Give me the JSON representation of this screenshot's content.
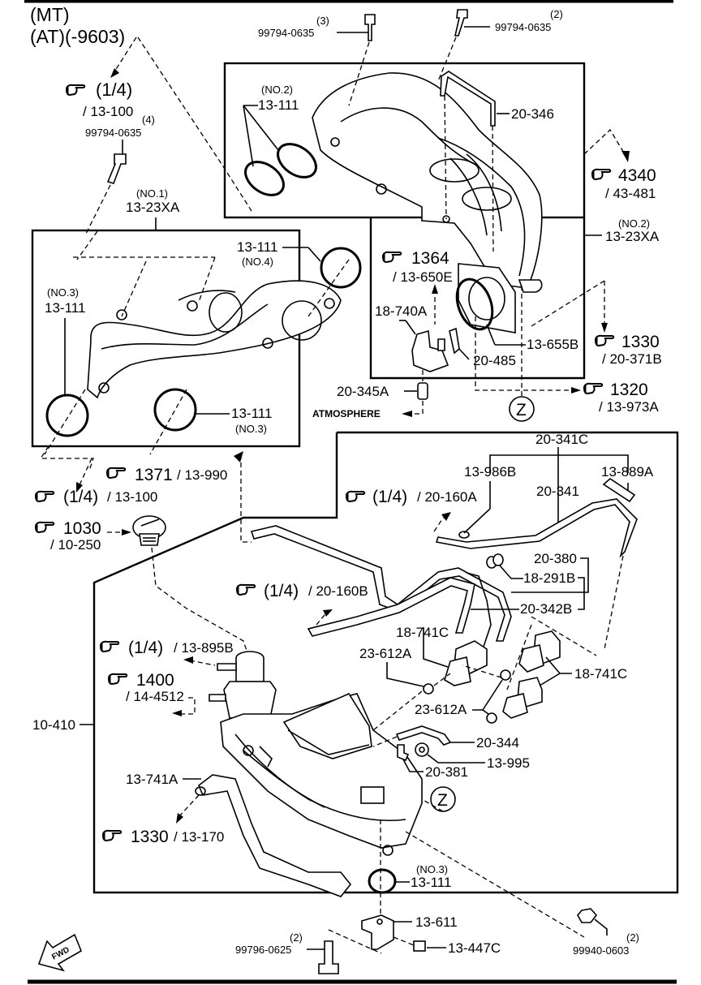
{
  "header": {
    "variant_line1": "(MT)",
    "variant_line2": "(AT)(-9603)"
  },
  "icons": {
    "reference": "pointing-hand-icon",
    "direction": "fwd-arrow-icon",
    "fwd_text": "FWD"
  },
  "references": [
    {
      "id": "ref-1-4-13-100-top",
      "page": "(1/4)",
      "part": "/ 13-100"
    },
    {
      "id": "ref-4340",
      "page": "4340",
      "part": "/ 43-481"
    },
    {
      "id": "ref-1364",
      "page": "1364",
      "part": "/ 13-650E"
    },
    {
      "id": "ref-1330-top",
      "page": "1330",
      "part": "/ 20-371B"
    },
    {
      "id": "ref-1320",
      "page": "1320",
      "part": "/ 13-973A"
    },
    {
      "id": "ref-1371",
      "page": "1371",
      "part": "/ 13-990"
    },
    {
      "id": "ref-1-4-13-100-mid",
      "page": "(1/4)",
      "part": "/ 13-100"
    },
    {
      "id": "ref-1030",
      "page": "1030",
      "part": "/ 10-250"
    },
    {
      "id": "ref-1-4-20-160A",
      "page": "(1/4)",
      "part": "/ 20-160A"
    },
    {
      "id": "ref-1-4-20-160B",
      "page": "(1/4)",
      "part": "/ 20-160B"
    },
    {
      "id": "ref-1-4-13-895B",
      "page": "(1/4)",
      "part": "/ 13-895B"
    },
    {
      "id": "ref-1400",
      "page": "1400",
      "part": "/ 14-4512"
    },
    {
      "id": "ref-1330-bottom",
      "page": "1330",
      "part": "/ 13-170"
    }
  ],
  "parts": {
    "bolt_99794_0635_a": {
      "number": "99794-0635",
      "qty": "(3)"
    },
    "bolt_99794_0635_b": {
      "number": "99794-0635",
      "qty": "(2)"
    },
    "bolt_99794_0635_c": {
      "number": "99794-0635",
      "qty": "(4)"
    },
    "gasket_13_111_no2": {
      "number": "13-111",
      "note": "(NO.2)"
    },
    "hose_20_346": {
      "number": "20-346"
    },
    "manifold_13_23XA_no1": {
      "number": "13-23XA",
      "note": "(NO.1)"
    },
    "manifold_13_23XA_no2": {
      "number": "13-23XA",
      "note": "(NO.2)"
    },
    "gasket_13_111_no4": {
      "number": "13-111",
      "note": "(NO.4)"
    },
    "gasket_13_111_no3_left": {
      "number": "13-111",
      "note": "(NO.3)"
    },
    "gasket_13_111_no3_mid": {
      "number": "13-111",
      "note": "(NO.3)"
    },
    "valve_18_740A": {
      "number": "18-740A"
    },
    "bolt_20_485": {
      "number": "20-485"
    },
    "gasket_13_655B": {
      "number": "13-655B"
    },
    "filter_20_345A": {
      "number": "20-345A"
    },
    "atmosphere": {
      "text": "ATMOSPHERE"
    },
    "marker_z": {
      "text": "Z"
    },
    "hose_assy_20_341C": {
      "number": "20-341C"
    },
    "part_13_986B": {
      "number": "13-986B"
    },
    "hose_20_341": {
      "number": "20-341"
    },
    "part_13_889A": {
      "number": "13-889A"
    },
    "hose_20_380": {
      "number": "20-380"
    },
    "clip_18_291B": {
      "number": "18-291B"
    },
    "hose_20_342B": {
      "number": "20-342B"
    },
    "solenoid_18_741C_left": {
      "number": "18-741C"
    },
    "nut_23_612A_left": {
      "number": "23-612A"
    },
    "solenoid_18_741C_right": {
      "number": "18-741C"
    },
    "nut_23_612A_right": {
      "number": "23-612A"
    },
    "manifold_10_410": {
      "number": "10-410"
    },
    "hose_20_344": {
      "number": "20-344"
    },
    "cap_13_995": {
      "number": "13-995"
    },
    "clip_20_381": {
      "number": "20-381"
    },
    "hose_13_741A": {
      "number": "13-741A"
    },
    "gasket_13_111_no3_bottom": {
      "number": "13-111",
      "note": "(NO.3)"
    },
    "bracket_13_611": {
      "number": "13-611"
    },
    "clip_13_447C": {
      "number": "13-447C"
    },
    "bolt_99796_0625": {
      "number": "99796-0625",
      "qty": "(2)"
    },
    "nut_99940_0603": {
      "number": "99940-0603",
      "qty": "(2)"
    }
  }
}
